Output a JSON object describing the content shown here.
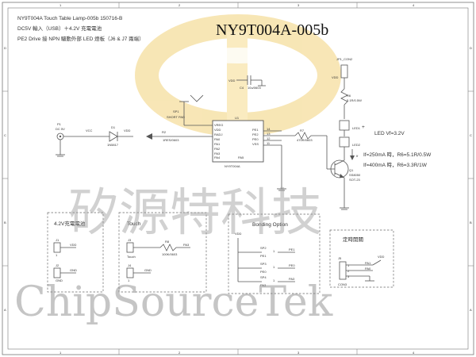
{
  "header": {
    "title": "NY9T004A Touch Table Lamp-005b 150716-B",
    "line2": "DC5V 輸入（USB）＋4.2V 充電電池",
    "line3": "PE2 Drive 接 NPN 驅動外部 LED 燈板（J6 & J7 兩端）",
    "part_number": "NY9T004A-005b"
  },
  "border": {
    "cols": [
      "1",
      "2",
      "3",
      "4"
    ],
    "rows": [
      "D",
      "C",
      "B",
      "A"
    ]
  },
  "ic": {
    "ref": "U1",
    "name": "NY9T004A",
    "left_pins": [
      "VREG",
      "VDD",
      "RADJ",
      "PA0",
      "PA1",
      "PA2",
      "PA3",
      "PA4",
      "PA5"
    ],
    "right_pins": [
      "PE1",
      "PE2",
      "PE0",
      "VSS"
    ],
    "bottom_pins": [
      "PA6",
      "VSS"
    ],
    "pin_numbers": [
      "14",
      "13",
      "12",
      "11"
    ]
  },
  "labels": {
    "vdd": "VDD",
    "vcc": "VCC",
    "gnd": "GND",
    "pa0": "PA0",
    "pa1": "PA1",
    "pa3": "PA3",
    "pe0": "PE0",
    "pe1": "PE1",
    "pe2": "PE2",
    "c4": "C4",
    "c4_value": "10u/0603",
    "jp1": "JP1_CON2",
    "r6": "R6",
    "r6_value": "5.1R/0.5W",
    "led1": "LED1",
    "led2": "LED2",
    "led_vf": "LED Vf=3.2V",
    "if_symbol": "If",
    "led_cond1": "If=250mA 時，R6=5.1R/0.5W",
    "led_cond2": "If=400mA 時，R6=3.3R/1W",
    "q1": "Q1",
    "q1_part": "SS8050",
    "q1_pkg": "SOT-23",
    "p1": "P1",
    "p1_part": "DC 5V",
    "d1": "D1",
    "d1_part": "1N5817",
    "sp1": "SP1",
    "sp1_name": "SHORT PAD",
    "r2": "R2",
    "r2_value": "1RES/0603",
    "r7": "R7",
    "r7_value": "470R/0603",
    "r8": "R8",
    "r8_value": "100K/0603",
    "j1": "J1",
    "j2": "J2",
    "j3": "J3",
    "j4": "J4",
    "j5": "J5",
    "touch_net": "Touch",
    "sp2": "SP2",
    "sp3": "SP3",
    "sp4": "SP4",
    "con3": "CON3",
    "pin1": "1",
    "pin2": "2",
    "pin3": "3",
    "plus": "+"
  },
  "blocks": {
    "battery": "4.2V充電電池",
    "touch": "Touch",
    "bonding": "Bonding Option",
    "timer": "定時開關"
  },
  "watermark": {
    "cn": "矽源特科技",
    "en": "ChipSourceTek"
  }
}
